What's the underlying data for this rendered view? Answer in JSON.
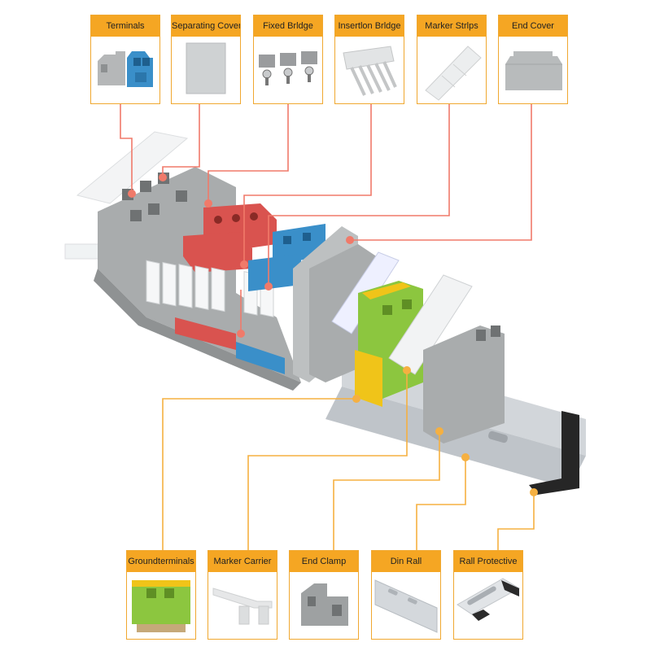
{
  "top_components": [
    {
      "label": "Terminals",
      "icon": "terminal-block-icon"
    },
    {
      "label": "Separating Cover",
      "icon": "separating-cover-icon"
    },
    {
      "label": "Fixed Brldge",
      "icon": "fixed-bridge-icon"
    },
    {
      "label": "Insertlon Brldge",
      "icon": "insertion-bridge-icon"
    },
    {
      "label": "Marker Strlps",
      "icon": "marker-strip-icon"
    },
    {
      "label": "End Cover",
      "icon": "end-cover-icon"
    }
  ],
  "bottom_components": [
    {
      "label": "Groundterminals",
      "icon": "ground-terminal-icon"
    },
    {
      "label": "Marker Carrier",
      "icon": "marker-carrier-icon"
    },
    {
      "label": "End Clamp",
      "icon": "end-clamp-icon"
    },
    {
      "label": "Din Rall",
      "icon": "din-rail-icon"
    },
    {
      "label": "Rall Protective",
      "icon": "rail-protective-icon"
    }
  ],
  "colors": {
    "label_bg": "#f5a623",
    "top_connector": "#f07a6a",
    "bottom_connector": "#f5b041",
    "terminal_grey": "#a9acad",
    "bridge_red": "#d9534f",
    "terminal_blue": "#3a8fc9",
    "ground_green": "#8cc63f",
    "ground_yellow": "#f0c419",
    "rail_silver": "#c9ced3"
  }
}
